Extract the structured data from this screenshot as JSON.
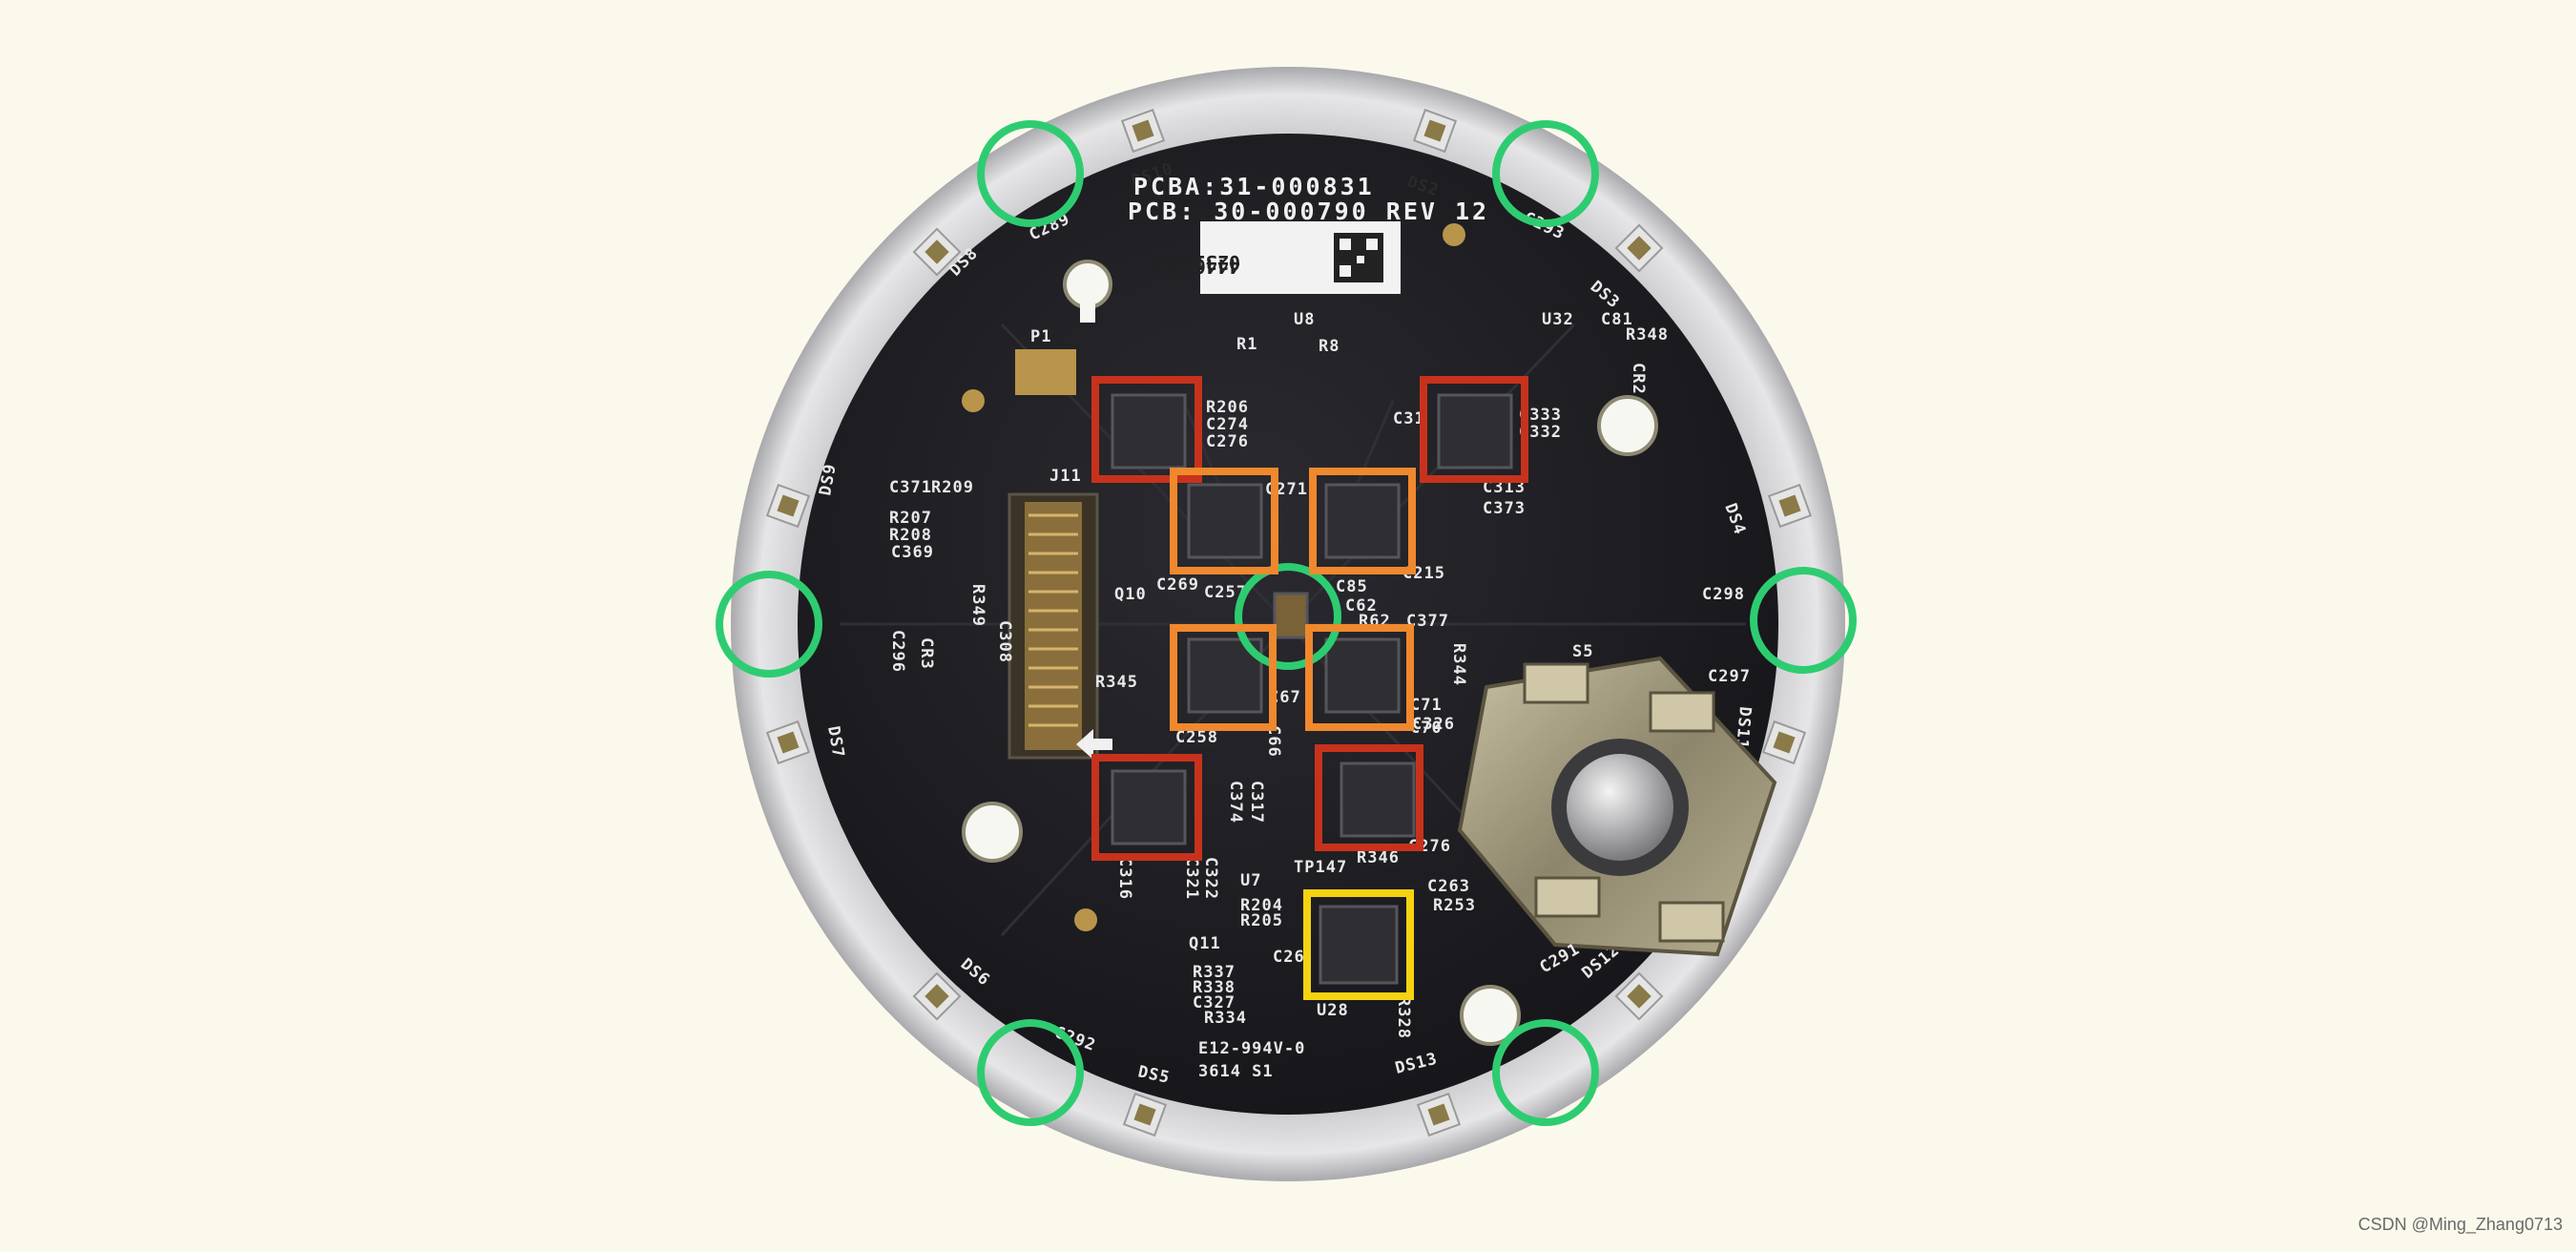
{
  "board": {
    "pcba_label": "PCBA:31-000831",
    "pcb_label": "PCB: 30-000790 REV 12",
    "sticker_serial": "02314011",
    "sticker_code": "444603LL",
    "footer_code_1": "E12-994V-0",
    "footer_code_2": "3614 S1",
    "switch_label": "S5",
    "connector_label": "J11",
    "pad_label": "P1"
  },
  "led_labels": [
    "DS10",
    "DS2",
    "DS3",
    "DS4",
    "DS11",
    "DS12",
    "DS13",
    "DS5",
    "DS6",
    "DS7",
    "DS9",
    "DS8"
  ],
  "capacitor_labels": [
    "C289",
    "C293",
    "C298",
    "C297",
    "C291",
    "C292",
    "C296",
    "C263",
    "C326",
    "C373",
    "C313",
    "C369"
  ],
  "component_labels": [
    "R206",
    "C274",
    "C276",
    "C333",
    "C332",
    "C31",
    "U32",
    "C81",
    "R348",
    "CR2",
    "U8",
    "R1",
    "R8",
    "R209",
    "C371",
    "R207",
    "R208",
    "R349",
    "C308",
    "CR3",
    "Q10",
    "R345",
    "C258",
    "C269",
    "C257",
    "C271",
    "C85",
    "C62",
    "R62",
    "C377",
    "C215",
    "R344",
    "C71",
    "C70",
    "C67",
    "C66",
    "C374",
    "C317",
    "C321",
    "C322",
    "C316",
    "U7",
    "TP147",
    "R346",
    "C276",
    "R253",
    "R204",
    "R205",
    "Q11",
    "C26",
    "R337",
    "R338",
    "C327",
    "R334",
    "U28",
    "R328"
  ],
  "highlight_colors": {
    "green": "#2ecc71",
    "orange": "#f0882e",
    "red": "#c8321c",
    "yellow": "#f5d312"
  },
  "watermark": "CSDN @Ming_Zhang0713"
}
